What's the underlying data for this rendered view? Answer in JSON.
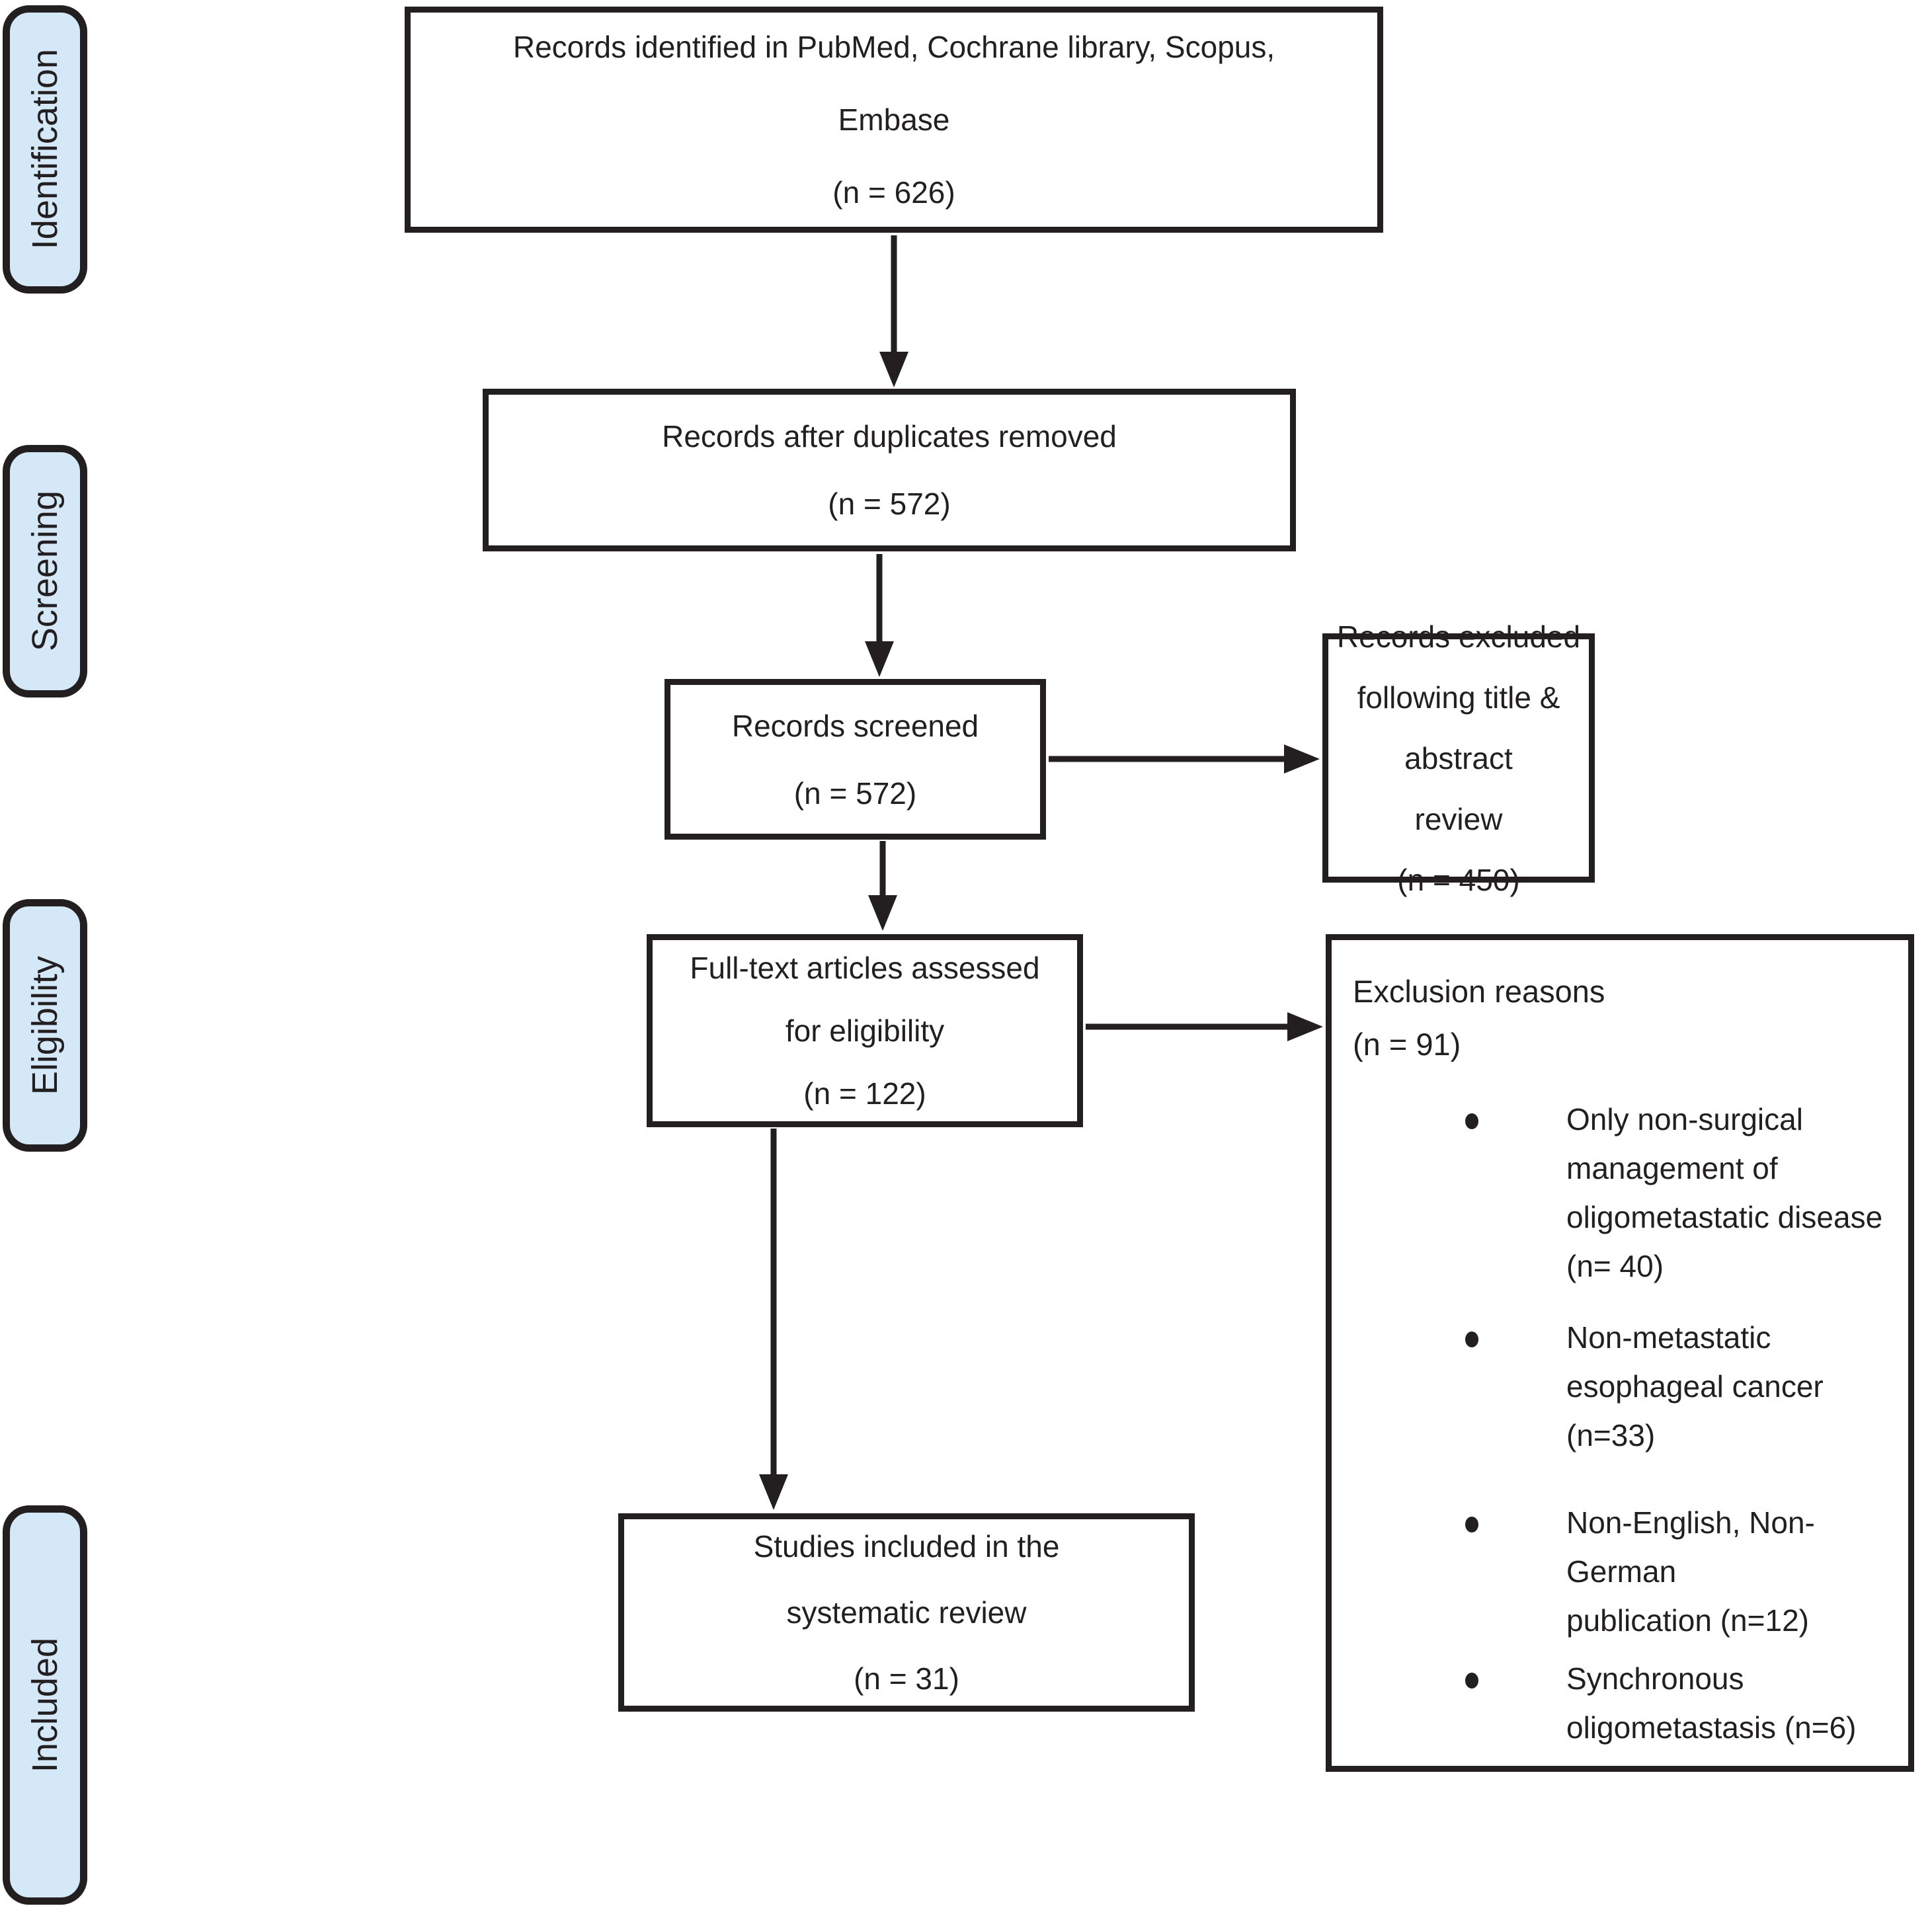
{
  "sidebar": {
    "labels": [
      {
        "text": "Identification"
      },
      {
        "text": "Screening"
      },
      {
        "text": "Eligibility"
      },
      {
        "text": "Included"
      }
    ]
  },
  "flow": {
    "box_identified": {
      "text": "Records identified in PubMed, Cochrane library, Scopus,\nEmbase\n(n = 626)"
    },
    "box_duplicates": {
      "text": "Records after duplicates removed\n(n = 572)"
    },
    "box_screened": {
      "text": "Records screened\n(n = 572)"
    },
    "box_fulltext": {
      "text": "Full-text articles assessed\nfor eligibility\n(n = 122)"
    },
    "box_included": {
      "text": "Studies included in the\nsystematic review\n(n = 31)"
    }
  },
  "side": {
    "excluded": {
      "text": "Records excluded\nfollowing title & abstract\nreview\n(n = 450)"
    },
    "exclusion": {
      "title": "Exclusion reasons",
      "count": "(n = 91)",
      "bullets": [
        {
          "text": "Only non-surgical\nmanagement of\noligometastatic disease\n(n= 40)"
        },
        {
          "text": "Non-metastatic\nesophageal cancer\n(n=33)"
        },
        {
          "text": "Non-English, Non-German\npublication (n=12)"
        },
        {
          "text": "Synchronous\noligometastasis (n=6)"
        }
      ]
    }
  },
  "colors": {
    "ink": "#231f20",
    "stage_label_fill": "#d4e8f7",
    "box_fill": "#ffffff"
  }
}
